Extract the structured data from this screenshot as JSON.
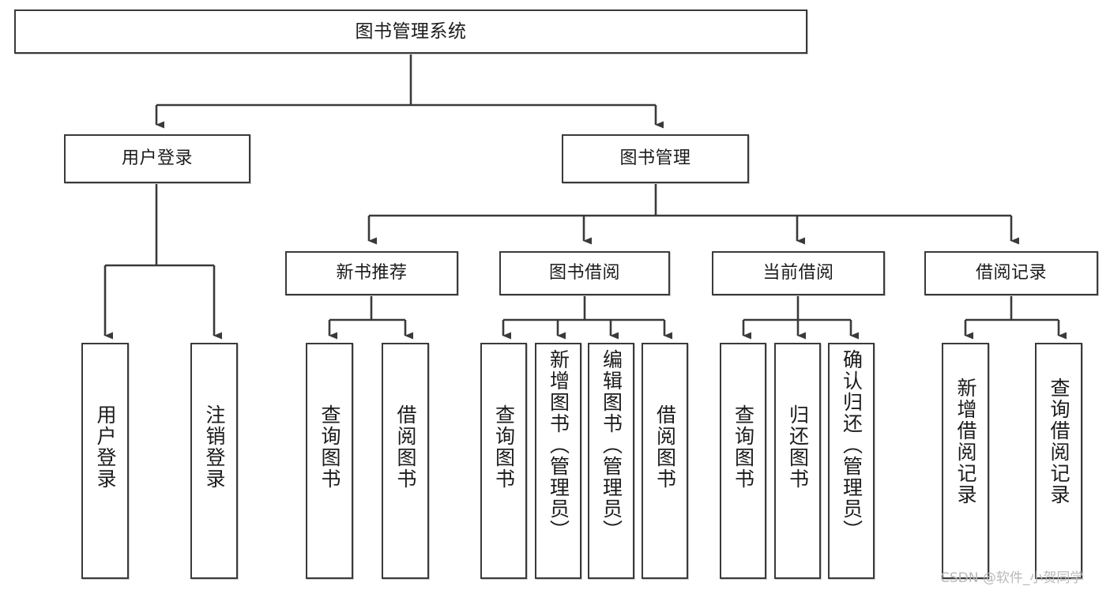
{
  "diagram": {
    "type": "tree-hierarchy",
    "title_node": {
      "id": "root",
      "label": "图书管理系统"
    },
    "level1": [
      {
        "id": "user-login",
        "label": "用户登录"
      },
      {
        "id": "book-manage",
        "label": "图书管理"
      }
    ],
    "level2": [
      {
        "id": "new-book-rec",
        "label": "新书推荐",
        "parent": "book-manage"
      },
      {
        "id": "book-borrow",
        "label": "图书借阅",
        "parent": "book-manage"
      },
      {
        "id": "current-borrow",
        "label": "当前借阅",
        "parent": "book-manage"
      },
      {
        "id": "borrow-record",
        "label": "借阅记录",
        "parent": "book-manage"
      }
    ],
    "leaves": {
      "user_login": [
        {
          "id": "leaf-user-login",
          "label": "用户登录"
        },
        {
          "id": "leaf-user-logout",
          "label": "注销登录"
        }
      ],
      "new_book_rec": [
        {
          "id": "leaf-query-book-1",
          "label": "查询图书"
        },
        {
          "id": "leaf-borrow-book-1",
          "label": "借阅图书"
        }
      ],
      "book_borrow": [
        {
          "id": "leaf-query-book-2",
          "label": "查询图书"
        },
        {
          "id": "leaf-add-book",
          "label": "新增图书（管理员）"
        },
        {
          "id": "leaf-edit-book",
          "label": "编辑图书（管理员）"
        },
        {
          "id": "leaf-borrow-book-2",
          "label": "借阅图书"
        }
      ],
      "current_borrow": [
        {
          "id": "leaf-query-book-3",
          "label": "查询图书"
        },
        {
          "id": "leaf-return-book",
          "label": "归还图书"
        },
        {
          "id": "leaf-confirm-return",
          "label": "确认归还（管理员）"
        }
      ],
      "borrow_record": [
        {
          "id": "leaf-add-record",
          "label": "新增借阅记录"
        },
        {
          "id": "leaf-query-record",
          "label": "查询借阅记录"
        }
      ]
    }
  },
  "watermark": {
    "text": "CSDN @软件_小贺同学"
  },
  "colors": {
    "border": "#3a3a3a",
    "background": "#ffffff",
    "text": "#1b1b1b",
    "watermark": "#b9b9b9"
  }
}
